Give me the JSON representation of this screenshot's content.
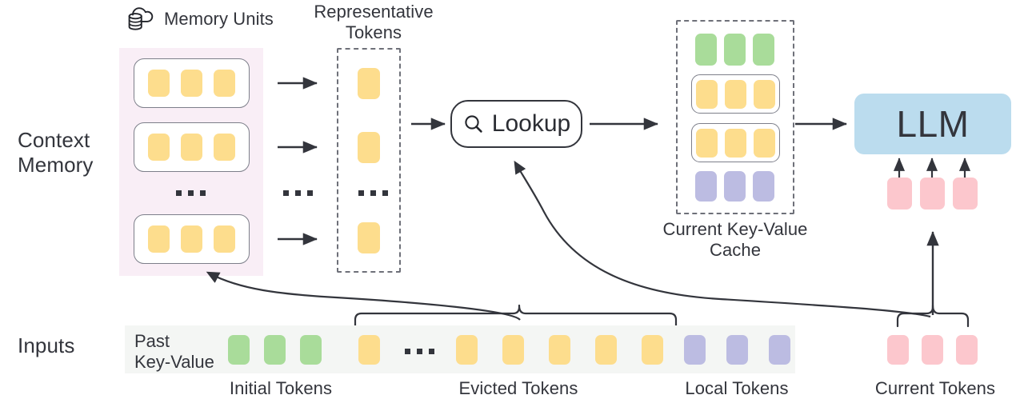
{
  "diagram": {
    "title": "Context Memory LLM inference pipeline",
    "rows": {
      "context_memory_label": "Context\nMemory",
      "context_memory_line1": "Context",
      "context_memory_line2": "Memory",
      "inputs_label": "Inputs"
    },
    "memory_units": {
      "header": "Memory Units",
      "icon": "cloud-database-icon",
      "unit_count_visible": 3,
      "tokens_per_unit": 3,
      "ellipsis": "..."
    },
    "representative_tokens": {
      "header_line1": "Representative",
      "header_line2": "Tokens",
      "token_count_visible": 3,
      "ellipsis": "..."
    },
    "arrows_ellipsis": "...",
    "lookup": {
      "label": "Lookup",
      "icon": "magnifier-icon"
    },
    "kv_cache": {
      "caption_line1": "Current Key-Value",
      "caption_line2": "Cache",
      "rows": [
        {
          "kind": "initial",
          "color": "#a9dc9a",
          "boxed": false,
          "count": 3
        },
        {
          "kind": "retrieved",
          "color": "#fddd8d",
          "boxed": true,
          "count": 3
        },
        {
          "kind": "retrieved",
          "color": "#fddd8d",
          "boxed": true,
          "count": 3
        },
        {
          "kind": "local",
          "color": "#bcbce2",
          "boxed": false,
          "count": 3
        }
      ]
    },
    "llm": {
      "label": "LLM",
      "input_token_count": 3,
      "input_token_color": "#fcc7cd"
    },
    "inputs": {
      "past_key_value_line1": "Past",
      "past_key_value_line2": "Key-Value",
      "sequence": [
        {
          "color": "#a9dc9a",
          "group": "initial"
        },
        {
          "color": "#a9dc9a",
          "group": "initial"
        },
        {
          "color": "#a9dc9a",
          "group": "initial"
        },
        {
          "color": "#fddd8d",
          "group": "evicted"
        },
        {
          "ellipsis": "..."
        },
        {
          "color": "#fddd8d",
          "group": "evicted"
        },
        {
          "color": "#fddd8d",
          "group": "evicted"
        },
        {
          "color": "#fddd8d",
          "group": "evicted"
        },
        {
          "color": "#fddd8d",
          "group": "evicted"
        },
        {
          "color": "#fddd8d",
          "group": "evicted"
        },
        {
          "color": "#bcbce2",
          "group": "local"
        },
        {
          "color": "#bcbce2",
          "group": "local"
        },
        {
          "color": "#bcbce2",
          "group": "local"
        }
      ],
      "current_tokens": [
        {
          "color": "#fcc7cd"
        },
        {
          "color": "#fcc7cd"
        },
        {
          "color": "#fcc7cd"
        }
      ],
      "group_captions": {
        "initial": "Initial Tokens",
        "evicted": "Evicted Tokens",
        "local": "Local Tokens",
        "current": "Current Tokens"
      }
    },
    "colors": {
      "yellow_token": "#fddd8d",
      "green_token": "#a9dc9a",
      "purple_token": "#bcbce2",
      "pink_token": "#fcc7cd",
      "llm_blue": "#bbdcee",
      "context_memory_bg": "#f9eef6",
      "input_strip_bg": "#f4f6f4",
      "stroke": "#33353c",
      "dashed_stroke": "#6e7079"
    }
  }
}
